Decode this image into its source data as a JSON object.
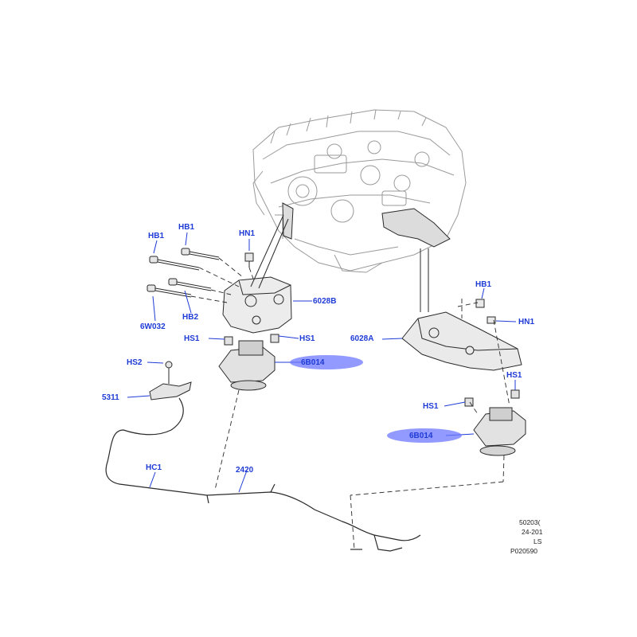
{
  "callouts": {
    "hb1_left": "HB1",
    "hb1_mid": "HB1",
    "hn1_top": "HN1",
    "c6028b": "6028B",
    "hb2": "HB2",
    "c6w032": "6W032",
    "hs1_left": "HS1",
    "hs1_mid": "HS1",
    "c6b014_left": "6B014",
    "hs2": "HS2",
    "c5311": "5311",
    "hc1": "HC1",
    "c2420": "2420",
    "hb1_right": "HB1",
    "hn1_right": "HN1",
    "c6028a": "6028A",
    "hs1_right_a": "HS1",
    "hs1_right_b": "HS1",
    "c6b014_right": "6B014"
  },
  "meta": {
    "line1": "50203(",
    "line2": "24-201",
    "line3": "LS",
    "line4": "P020590"
  },
  "colors": {
    "callout": "#1f3bd6",
    "highlight": "#6e78ff",
    "line": "#2a2a2a",
    "engine": "#9a9a9a"
  }
}
